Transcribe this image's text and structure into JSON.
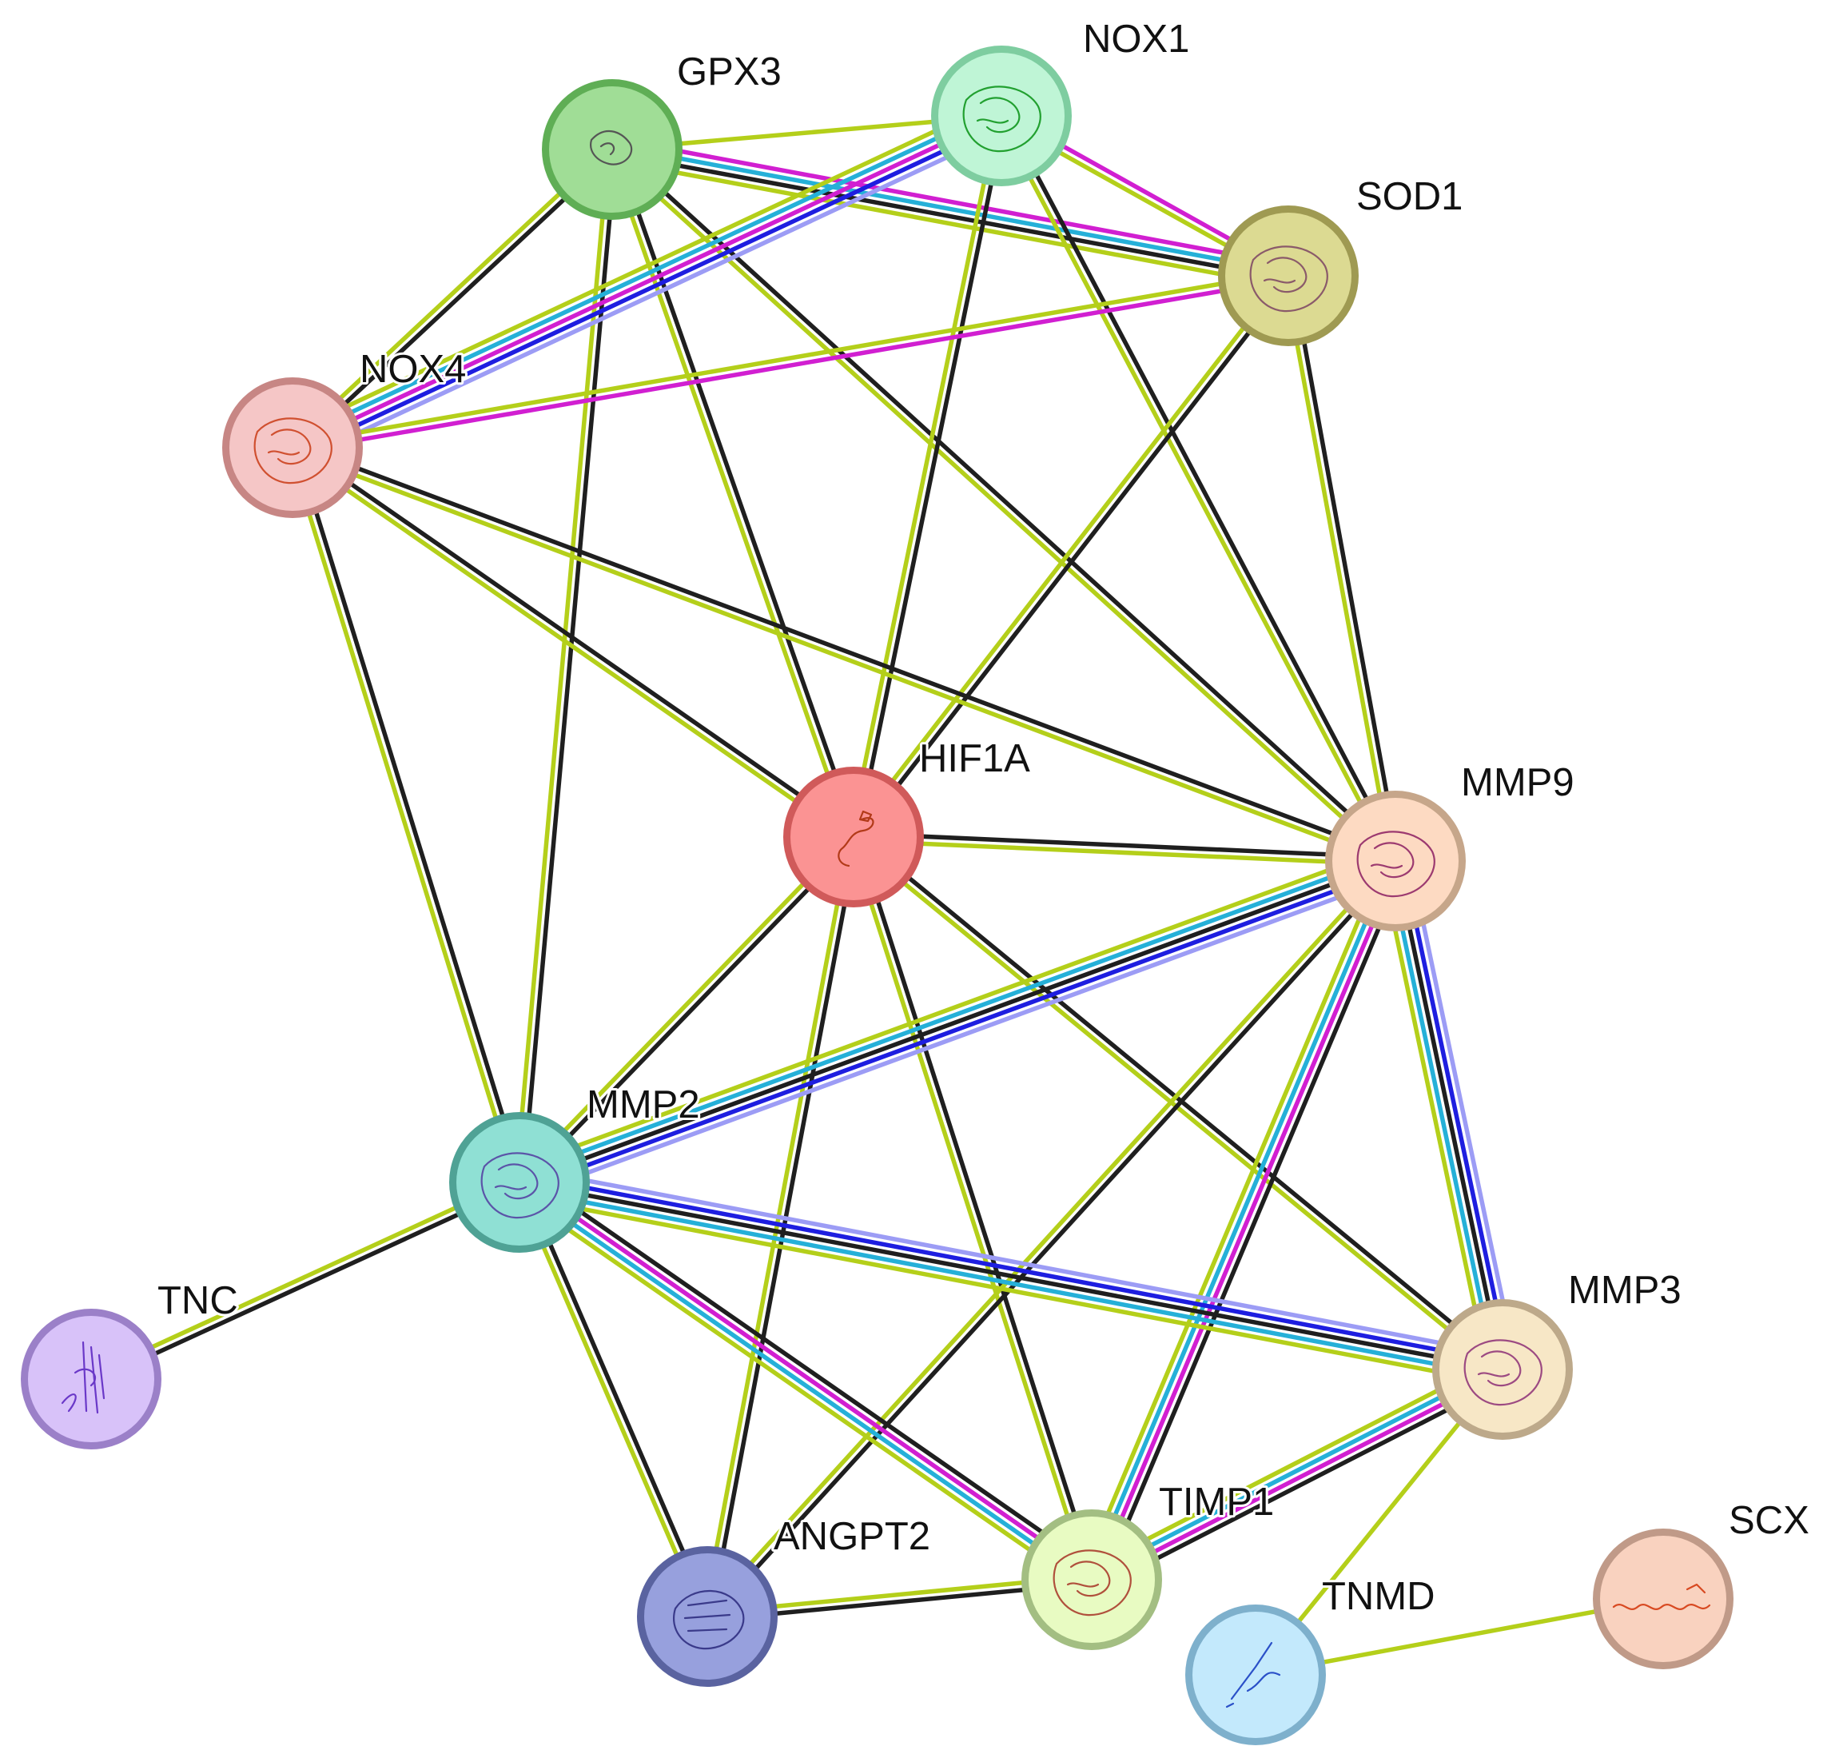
{
  "colors": {
    "background": "#ffffff",
    "coexpression": "#1f1f1f",
    "textmining": "#b4cf1a",
    "experiments": "#d11fd1",
    "databases": "#25b0d8",
    "gene_fusion": "#1e1ee0",
    "cooccurrence": "#9c9cf5"
  },
  "nodes": [
    {
      "id": "GPX3",
      "label": "GPX3",
      "fill": "#a0dd96",
      "ring": "#5fae55",
      "glyph_color": "#555555"
    },
    {
      "id": "NOX1",
      "label": "NOX1",
      "fill": "#bff5d6",
      "ring": "#7ecda0",
      "glyph_color": "#22a030"
    },
    {
      "id": "SOD1",
      "label": "SOD1",
      "fill": "#dcda92",
      "ring": "#9f9a52",
      "glyph_color": "#8a5a6a"
    },
    {
      "id": "NOX4",
      "label": "NOX4",
      "fill": "#f5c6c6",
      "ring": "#c78684",
      "glyph_color": "#d05030"
    },
    {
      "id": "HIF1A",
      "label": "HIF1A",
      "fill": "#fb9393",
      "ring": "#d05a5a",
      "glyph_color": "#b23a18"
    },
    {
      "id": "MMP9",
      "label": "MMP9",
      "fill": "#fddac2",
      "ring": "#c6a68a",
      "glyph_color": "#9c3a70"
    },
    {
      "id": "MMP2",
      "label": "MMP2",
      "fill": "#8fe0d4",
      "ring": "#4fa295",
      "glyph_color": "#5b54a8"
    },
    {
      "id": "TNC",
      "label": "TNC",
      "fill": "#d8c2f9",
      "ring": "#9b80c8",
      "glyph_color": "#6a38c8"
    },
    {
      "id": "MMP3",
      "label": "MMP3",
      "fill": "#f7e7c6",
      "ring": "#bda98a",
      "glyph_color": "#9c4a82"
    },
    {
      "id": "TIMP1",
      "label": "TIMP1",
      "fill": "#e8fbc2",
      "ring": "#a3be82",
      "glyph_color": "#b0503c"
    },
    {
      "id": "ANGPT2",
      "label": "ANGPT2",
      "fill": "#97a0dd",
      "ring": "#5a63a0",
      "glyph_color": "#3a3a8a"
    },
    {
      "id": "TNMD",
      "label": "TNMD",
      "fill": "#c3e9fc",
      "ring": "#7eb0cc",
      "glyph_color": "#2a50c8"
    },
    {
      "id": "SCX",
      "label": "SCX",
      "fill": "#f9d2bf",
      "ring": "#c09a88",
      "glyph_color": "#d84a22"
    }
  ],
  "edges": [
    {
      "source": "GPX3",
      "target": "NOX1",
      "types": [
        "textmining"
      ]
    },
    {
      "source": "GPX3",
      "target": "SOD1",
      "types": [
        "experiments",
        "databases",
        "coexpression",
        "textmining"
      ]
    },
    {
      "source": "GPX3",
      "target": "NOX4",
      "types": [
        "coexpression",
        "textmining"
      ]
    },
    {
      "source": "GPX3",
      "target": "MMP2",
      "types": [
        "coexpression",
        "textmining"
      ]
    },
    {
      "source": "GPX3",
      "target": "HIF1A",
      "types": [
        "coexpression",
        "textmining"
      ]
    },
    {
      "source": "GPX3",
      "target": "MMP9",
      "types": [
        "coexpression",
        "textmining"
      ]
    },
    {
      "source": "NOX1",
      "target": "NOX4",
      "types": [
        "cooccurrence",
        "gene_fusion",
        "experiments",
        "databases",
        "textmining"
      ]
    },
    {
      "source": "NOX1",
      "target": "SOD1",
      "types": [
        "experiments",
        "textmining"
      ]
    },
    {
      "source": "NOX1",
      "target": "HIF1A",
      "types": [
        "coexpression",
        "textmining"
      ]
    },
    {
      "source": "NOX1",
      "target": "MMP9",
      "types": [
        "coexpression",
        "textmining"
      ]
    },
    {
      "source": "SOD1",
      "target": "NOX4",
      "types": [
        "experiments",
        "textmining"
      ]
    },
    {
      "source": "SOD1",
      "target": "HIF1A",
      "types": [
        "coexpression",
        "textmining"
      ]
    },
    {
      "source": "SOD1",
      "target": "MMP9",
      "types": [
        "coexpression",
        "textmining"
      ]
    },
    {
      "source": "NOX4",
      "target": "HIF1A",
      "types": [
        "coexpression",
        "textmining"
      ]
    },
    {
      "source": "NOX4",
      "target": "MMP9",
      "types": [
        "coexpression",
        "textmining"
      ]
    },
    {
      "source": "NOX4",
      "target": "MMP2",
      "types": [
        "coexpression",
        "textmining"
      ]
    },
    {
      "source": "HIF1A",
      "target": "MMP9",
      "types": [
        "coexpression",
        "textmining"
      ]
    },
    {
      "source": "HIF1A",
      "target": "MMP2",
      "types": [
        "coexpression",
        "textmining"
      ]
    },
    {
      "source": "HIF1A",
      "target": "ANGPT2",
      "types": [
        "coexpression",
        "textmining"
      ]
    },
    {
      "source": "HIF1A",
      "target": "TIMP1",
      "types": [
        "coexpression",
        "textmining"
      ]
    },
    {
      "source": "HIF1A",
      "target": "MMP3",
      "types": [
        "coexpression",
        "textmining"
      ]
    },
    {
      "source": "MMP9",
      "target": "MMP2",
      "types": [
        "cooccurrence",
        "gene_fusion",
        "coexpression",
        "databases",
        "textmining"
      ]
    },
    {
      "source": "MMP9",
      "target": "MMP3",
      "types": [
        "cooccurrence",
        "gene_fusion",
        "coexpression",
        "databases",
        "textmining"
      ]
    },
    {
      "source": "MMP9",
      "target": "TIMP1",
      "types": [
        "coexpression",
        "experiments",
        "databases",
        "textmining"
      ]
    },
    {
      "source": "MMP9",
      "target": "ANGPT2",
      "types": [
        "coexpression",
        "textmining"
      ]
    },
    {
      "source": "MMP2",
      "target": "MMP3",
      "types": [
        "cooccurrence",
        "gene_fusion",
        "coexpression",
        "databases",
        "textmining"
      ]
    },
    {
      "source": "MMP2",
      "target": "TIMP1",
      "types": [
        "coexpression",
        "experiments",
        "databases",
        "textmining"
      ]
    },
    {
      "source": "MMP2",
      "target": "ANGPT2",
      "types": [
        "coexpression",
        "textmining"
      ]
    },
    {
      "source": "MMP2",
      "target": "TNC",
      "types": [
        "coexpression",
        "textmining"
      ]
    },
    {
      "source": "MMP3",
      "target": "TIMP1",
      "types": [
        "coexpression",
        "experiments",
        "databases",
        "textmining"
      ]
    },
    {
      "source": "MMP3",
      "target": "TNMD",
      "types": [
        "textmining"
      ]
    },
    {
      "source": "TIMP1",
      "target": "ANGPT2",
      "types": [
        "coexpression",
        "textmining"
      ]
    },
    {
      "source": "TNMD",
      "target": "SCX",
      "types": [
        "textmining"
      ]
    }
  ]
}
